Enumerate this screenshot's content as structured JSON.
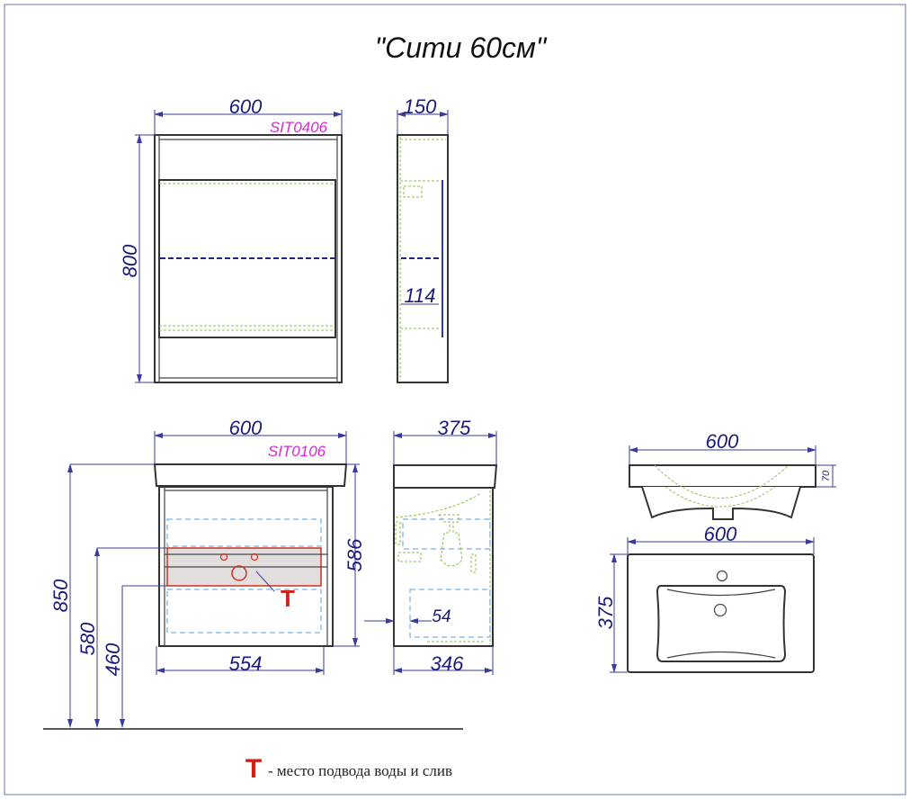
{
  "title": "\"Сити 60см\"",
  "mirror_cabinet": {
    "code": "SIT0406",
    "width": "600",
    "height": "800",
    "depth": "150",
    "shelf_depth": "114"
  },
  "vanity": {
    "code": "SIT0106",
    "width": "600",
    "depth": "375",
    "cabinet_height": "586",
    "cabinet_width": "554",
    "cabinet_depth": "346",
    "offset": "54",
    "total_height": "850",
    "height_580": "580",
    "height_460": "460",
    "connection_mark": "T"
  },
  "sink": {
    "side_width": "600",
    "thickness": "70",
    "top_width": "600",
    "top_depth": "375"
  },
  "legend": {
    "mark": "T",
    "text": "- место подвода воды и слив"
  },
  "colors": {
    "dimension": "#1a1a7a",
    "code": "#d62ad0",
    "connection": "#d0201a"
  }
}
